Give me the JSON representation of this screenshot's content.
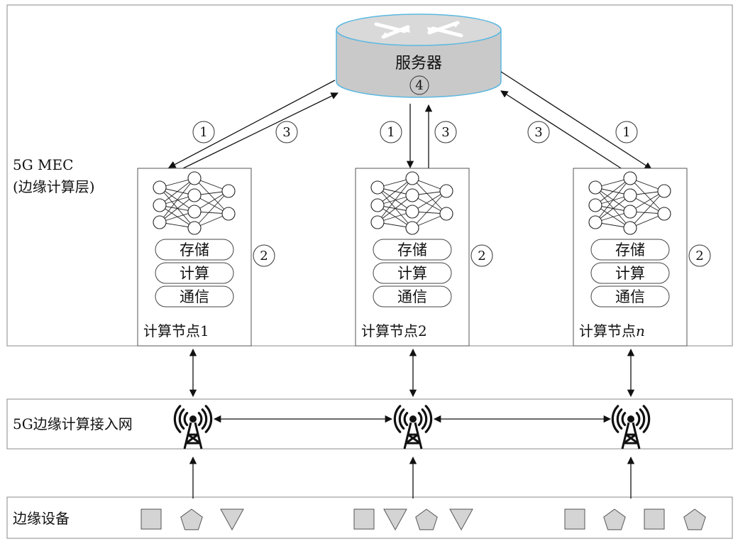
{
  "layers": {
    "mec": "5G MEC",
    "mec_sub": "(边缘计算层)",
    "access": "5G边缘计算接入网",
    "devices": "边缘设备"
  },
  "server": {
    "label": "服务器",
    "step": "4"
  },
  "nodes": [
    {
      "label": "计算节点1",
      "functions": [
        "存储",
        "计算",
        "通信"
      ],
      "step_local": "2"
    },
    {
      "label": "计算节点2",
      "functions": [
        "存储",
        "计算",
        "通信"
      ],
      "step_local": "2"
    },
    {
      "label_prefix": "计算节点",
      "label_italic": "n",
      "functions": [
        "存储",
        "计算",
        "通信"
      ],
      "step_local": "2"
    }
  ],
  "flow_steps": {
    "node1": [
      "1",
      "3"
    ],
    "node2": [
      "1",
      "3"
    ],
    "noden": [
      "3",
      "1"
    ]
  },
  "device_groups": [
    [
      "square",
      "pentagon",
      "triangle-down"
    ],
    [
      "square",
      "triangle-down",
      "pentagon",
      "triangle-down"
    ],
    [
      "square",
      "pentagon",
      "square",
      "pentagon"
    ]
  ],
  "colors": {
    "server_fill": "#c9c9c9",
    "server_accent": "#5bb8e0",
    "device_fill": "#d4d4d4",
    "stroke": "#333333"
  }
}
